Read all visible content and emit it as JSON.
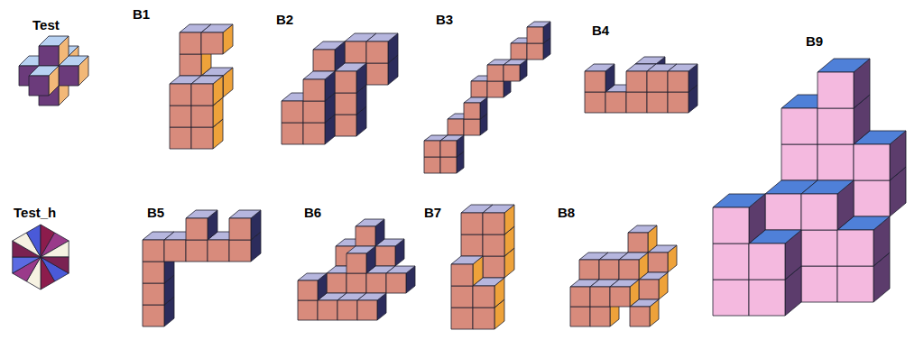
{
  "diagram": {
    "labels": [
      "Test",
      "B1",
      "B2",
      "B3",
      "B4",
      "B9",
      "Test_h",
      "B5",
      "B6",
      "B7",
      "B8"
    ]
  }
}
